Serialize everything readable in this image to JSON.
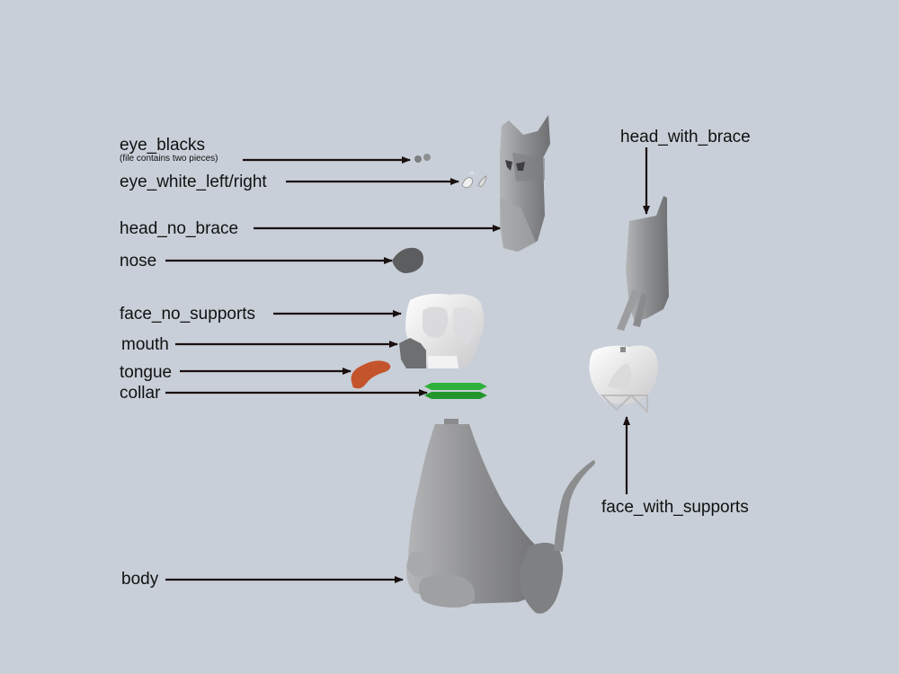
{
  "labels": {
    "eye_blacks": "eye_blacks",
    "eye_blacks_note": "(file contains two pieces)",
    "eye_white": "eye_white_left/right",
    "head_no_brace": "head_no_brace",
    "nose": "nose",
    "face_no_supports": "face_no_supports",
    "mouth": "mouth",
    "tongue": "tongue",
    "collar": "collar",
    "body": "body",
    "head_with_brace": "head_with_brace",
    "face_with_supports": "face_with_supports"
  },
  "colors": {
    "background": "#c8cfd8",
    "part_gray": "#8e8f91",
    "part_white": "#eeeeee",
    "tongue": "#c4542c",
    "collar": "#2eb13a",
    "arrow": "#1a0f0f"
  }
}
